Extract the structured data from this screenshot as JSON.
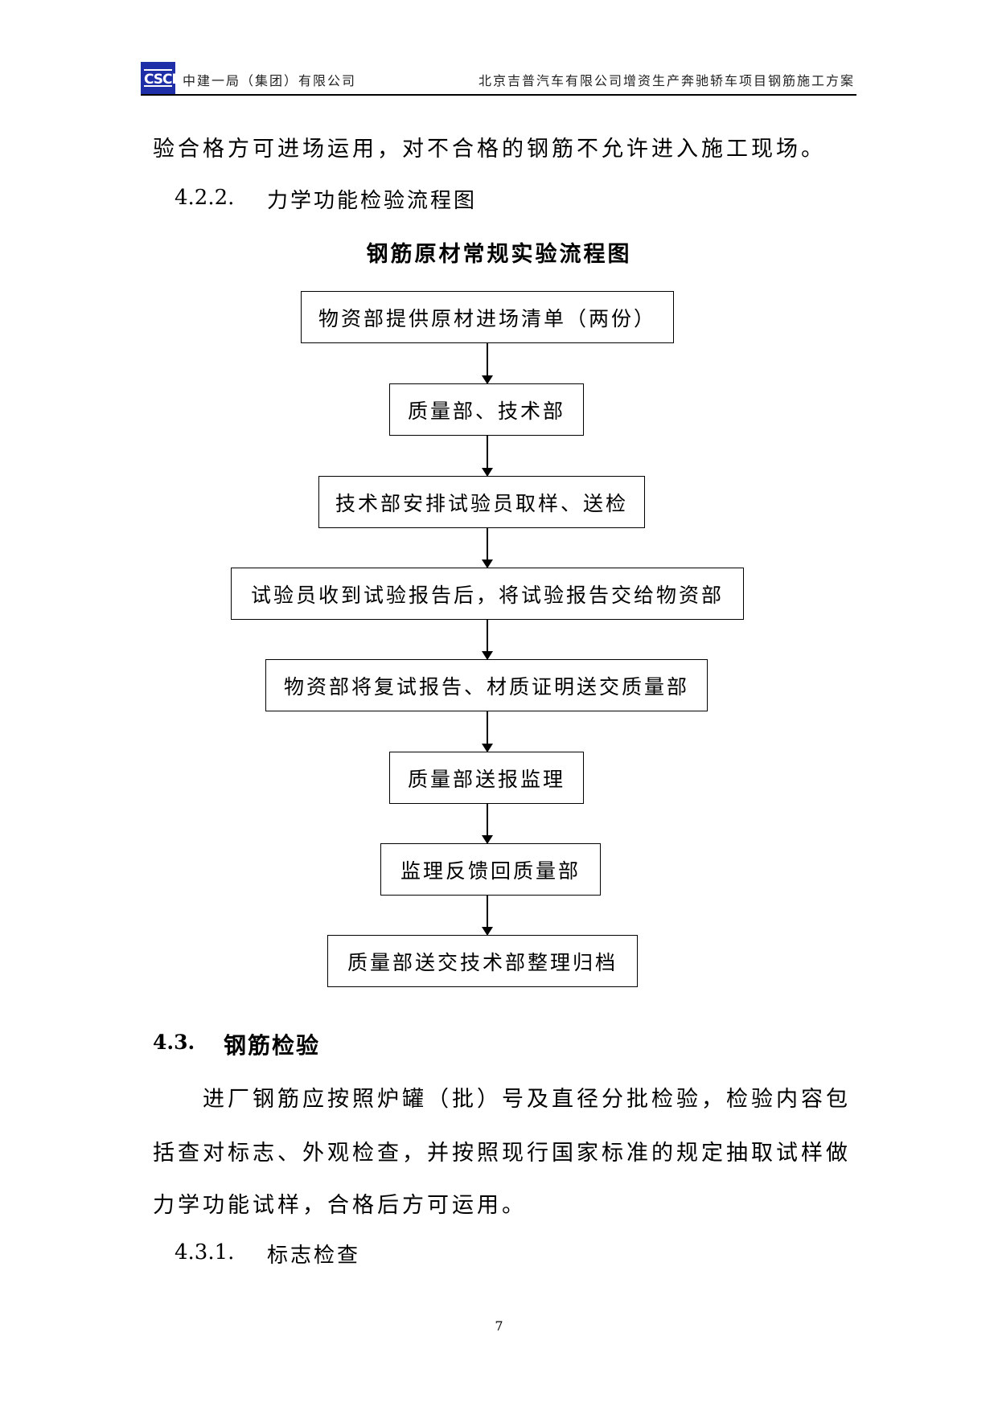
{
  "header": {
    "logo_text": "CSCEC",
    "company": "中建一局（集团）有限公司",
    "project": "北京吉普汽车有限公司增资生产奔驰轿车项目钢筋施工方案"
  },
  "body_top": {
    "line1": "验合格方可进场运用，对不合格的钢筋不允许进入施工现场。"
  },
  "section_4_2_2": {
    "number": "4.2.2.",
    "title": "力学功能检验流程图"
  },
  "flowchart": {
    "title": "钢筋原材常规实验流程图",
    "steps": [
      "物资部提供原材进场清单（两份）",
      "质量部、技术部",
      "技术部安排试验员取样、送检",
      "试验员收到试验报告后，将试验报告交给物资部",
      "物资部将复试报告、材质证明送交质量部",
      "质量部送报监理",
      "监理反馈回质量部",
      "质量部送交技术部整理归档"
    ]
  },
  "section_4_3": {
    "number": "4.3.",
    "title": "钢筋检验",
    "para_lines": [
      "进厂钢筋应按照炉罐（批）号及直径分批检验，检验内容包",
      "括查对标志、外观检查，并按照现行国家标准的规定抽取试样做",
      "力学功能试样，合格后方可运用。"
    ]
  },
  "section_4_3_1": {
    "number": "4.3.1.",
    "title": "标志检查"
  },
  "footer": {
    "page_number": "7"
  }
}
